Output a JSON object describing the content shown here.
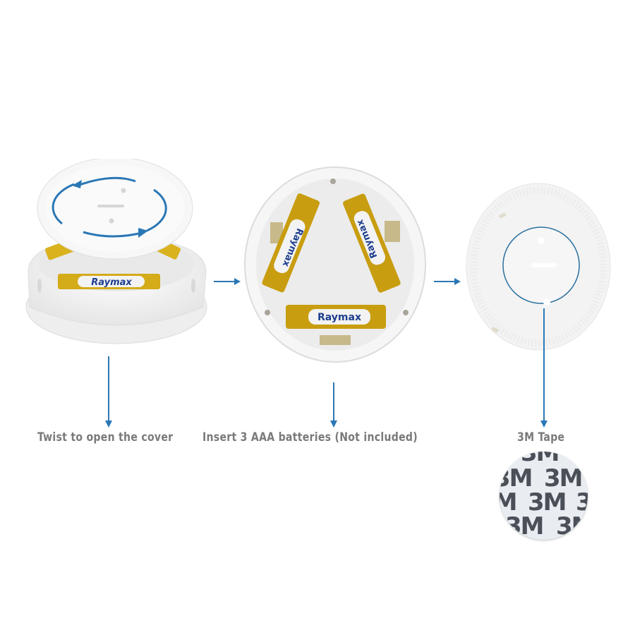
{
  "steps": [
    {
      "label": "Twist to open the cover",
      "icon": "twist-open-cover-illustration"
    },
    {
      "label": "Insert 3 AAA batteries (Not included)",
      "icon": "battery-compartment-illustration"
    },
    {
      "label": "3M Tape",
      "icon": "mounting-plate-illustration"
    }
  ],
  "battery_brand": "Raymax",
  "tape_marking": "3M",
  "colors": {
    "arrow": "#2a77b5",
    "label_text": "#7a7a7a",
    "device_white": "#f2f2f2",
    "battery_gold": "#d9b21e",
    "tape_text": "#4a4f58"
  }
}
